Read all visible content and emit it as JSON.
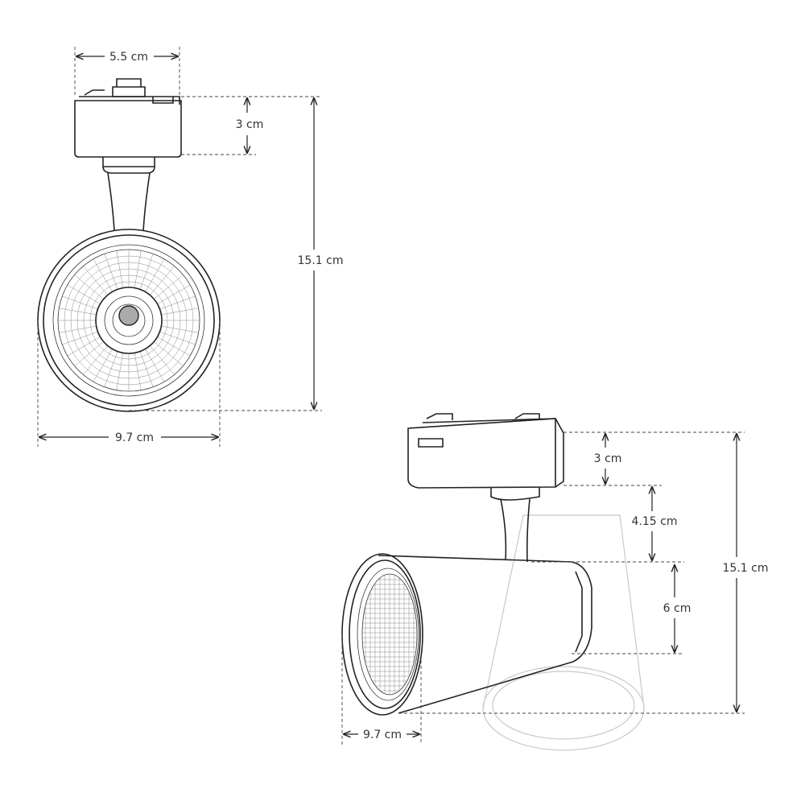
{
  "front_view": {
    "width_top": "5.5 cm",
    "mount_height": "3 cm",
    "total_height": "15.1 cm",
    "head_diameter": "9.7 cm"
  },
  "side_view": {
    "mount_height": "3 cm",
    "stem_height": "4.15 cm",
    "head_height": "6 cm",
    "total_height": "15.1 cm",
    "head_diameter": "9.7 cm"
  }
}
